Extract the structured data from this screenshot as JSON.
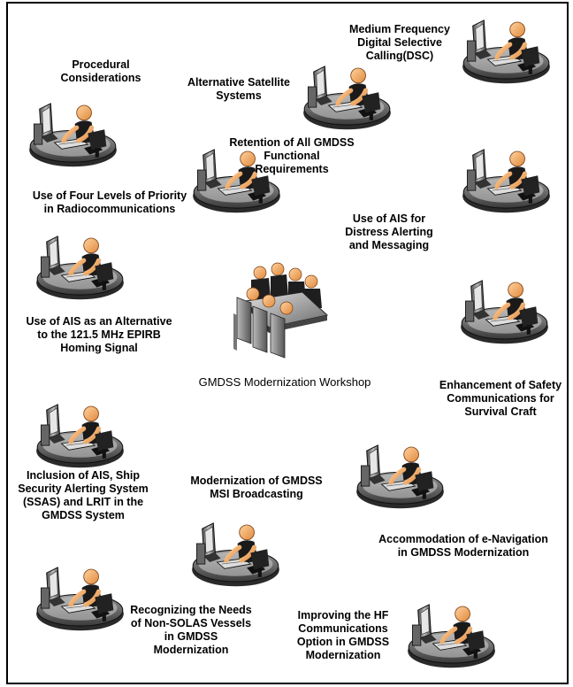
{
  "center": {
    "label": "GMDSS Modernization Workshop",
    "icon": "meeting-table-icon"
  },
  "topics": [
    {
      "id": "procedural",
      "label": "Procedural\nConsiderations"
    },
    {
      "id": "alt-satellite",
      "label": "Alternative Satellite\nSystems"
    },
    {
      "id": "mf-dsc",
      "label": "Medium Frequency\nDigital Selective\nCalling(DSC)"
    },
    {
      "id": "retention",
      "label": "Retention of All GMDSS\nFunctional\nRequirements"
    },
    {
      "id": "priority",
      "label": "Use of Four Levels of Priority\nin Radiocommunications"
    },
    {
      "id": "ais-distress",
      "label": "Use of AIS for\nDistress Alerting\nand Messaging"
    },
    {
      "id": "ais-epirb",
      "label": "Use of AIS as an Alternative\nto the 121.5 MHz EPIRB\nHoming Signal"
    },
    {
      "id": "survival-craft",
      "label": "Enhancement of Safety\nCommunications for\nSurvival Craft"
    },
    {
      "id": "inclusion",
      "label": "Inclusion of AIS, Ship\nSecurity Alerting System\n(SSAS) and LRIT in the\nGMDSS System"
    },
    {
      "id": "msi",
      "label": "Modernization of GMDSS\nMSI Broadcasting"
    },
    {
      "id": "e-nav",
      "label": "Accommodation of e-Navigation\nin GMDSS Modernization"
    },
    {
      "id": "non-solas",
      "label": "Recognizing the Needs\nof Non-SOLAS Vessels\nin GMDSS\nModernization"
    },
    {
      "id": "hf",
      "label": "Improving the HF\nCommunications\nOption in GMDSS\nModernization"
    }
  ]
}
